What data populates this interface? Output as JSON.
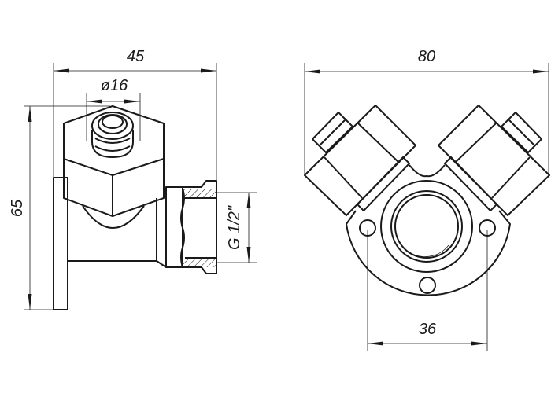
{
  "drawing": {
    "side_view": {
      "width_dim": "45",
      "diameter_dim": "ø16",
      "height_dim": "65",
      "thread_dim": "G 1/2\""
    },
    "front_view": {
      "width_dim": "80",
      "hole_spacing_dim": "36"
    },
    "line_color": "#1a1a1a"
  }
}
